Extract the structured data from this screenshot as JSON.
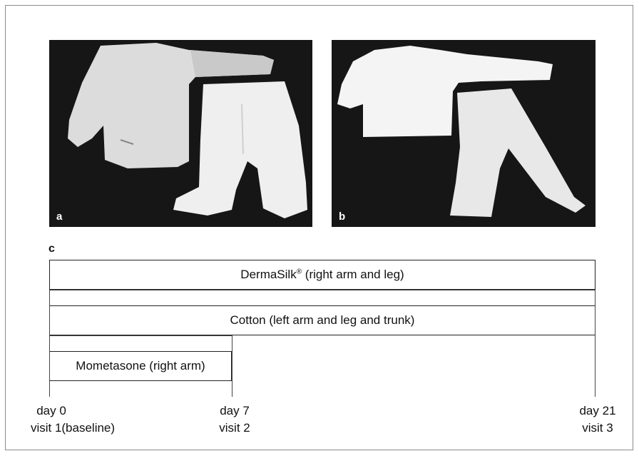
{
  "panels": {
    "a": "a",
    "b": "b",
    "c": "c"
  },
  "bars": {
    "dermasilk_name": "DermaSilk",
    "dermasilk_mark": "®",
    "dermasilk_rest": " (right arm and leg)",
    "cotton": "Cotton (left arm and leg and trunk)",
    "mometasone": "Mometasone (right arm)"
  },
  "timeline": {
    "day0": "day 0",
    "visit1": "visit 1(baseline)",
    "day7": "day 7",
    "visit2": "visit 2",
    "day21": "day 21",
    "visit3": "visit 3"
  }
}
